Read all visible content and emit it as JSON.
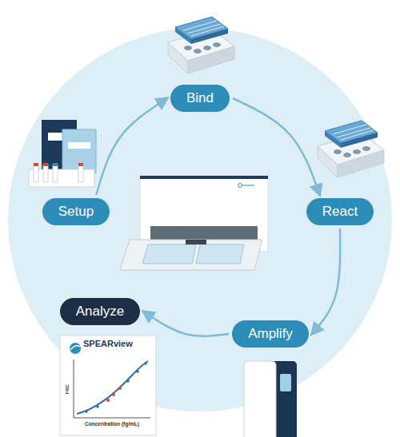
{
  "diagram": {
    "nodes": [
      {
        "text": [
          "Setup"
        ]
      },
      {
        "text": [
          "Bind"
        ]
      },
      {
        "text": [
          "React"
        ]
      },
      {
        "text": [
          "Amplify"
        ]
      },
      {
        "text": [
          "Analyze"
        ]
      }
    ],
    "edges": [
      {
        "from": 0,
        "to": 1,
        "arrow": "to"
      },
      {
        "from": 1,
        "to": 2,
        "arrow": "to"
      },
      {
        "from": 2,
        "to": 3,
        "arrow": "to"
      },
      {
        "from": 3,
        "to": 4,
        "arrow": "to"
      }
    ],
    "labels": [
      "SPEARview",
      "FRC",
      "Concentration (fg/mL)"
    ]
  }
}
